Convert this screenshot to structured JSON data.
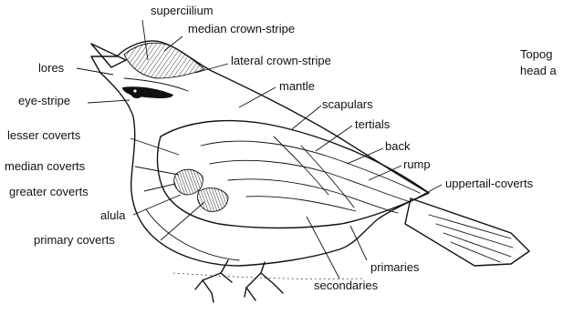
{
  "labels": {
    "supercilium": "superciilium",
    "median_crown_stripe": "median crown-stripe",
    "lateral_crown_stripe": "lateral crown-stripe",
    "lores": "lores",
    "mantle": "mantle",
    "eye_stripe": "eye-stripe",
    "scapulars": "scapulars",
    "tertials": "tertials",
    "lesser_coverts": "lesser coverts",
    "back": "back",
    "rump": "rump",
    "median_coverts": "median coverts",
    "uppertail_coverts": "uppertail-coverts",
    "greater_coverts": "greater coverts",
    "alula": "alula",
    "primary_coverts": "primary coverts",
    "primaries": "primaries",
    "secondaries": "secondaries"
  },
  "caption": {
    "line1": "Topog",
    "line2": "head a"
  }
}
